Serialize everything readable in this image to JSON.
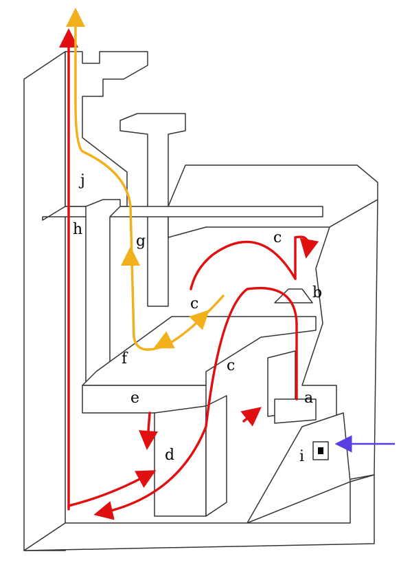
{
  "labels": {
    "a": "a",
    "b": "b",
    "c1": "c",
    "c2": "c",
    "c3": "c",
    "d": "d",
    "e": "e",
    "f": "f",
    "g": "g",
    "h": "h",
    "i": "i",
    "j": "j"
  },
  "colors": {
    "hot_gas": "#e01010",
    "exhaust": "#f2b01c",
    "air_inlet": "#5a3ee0",
    "outline": "#333333"
  }
}
